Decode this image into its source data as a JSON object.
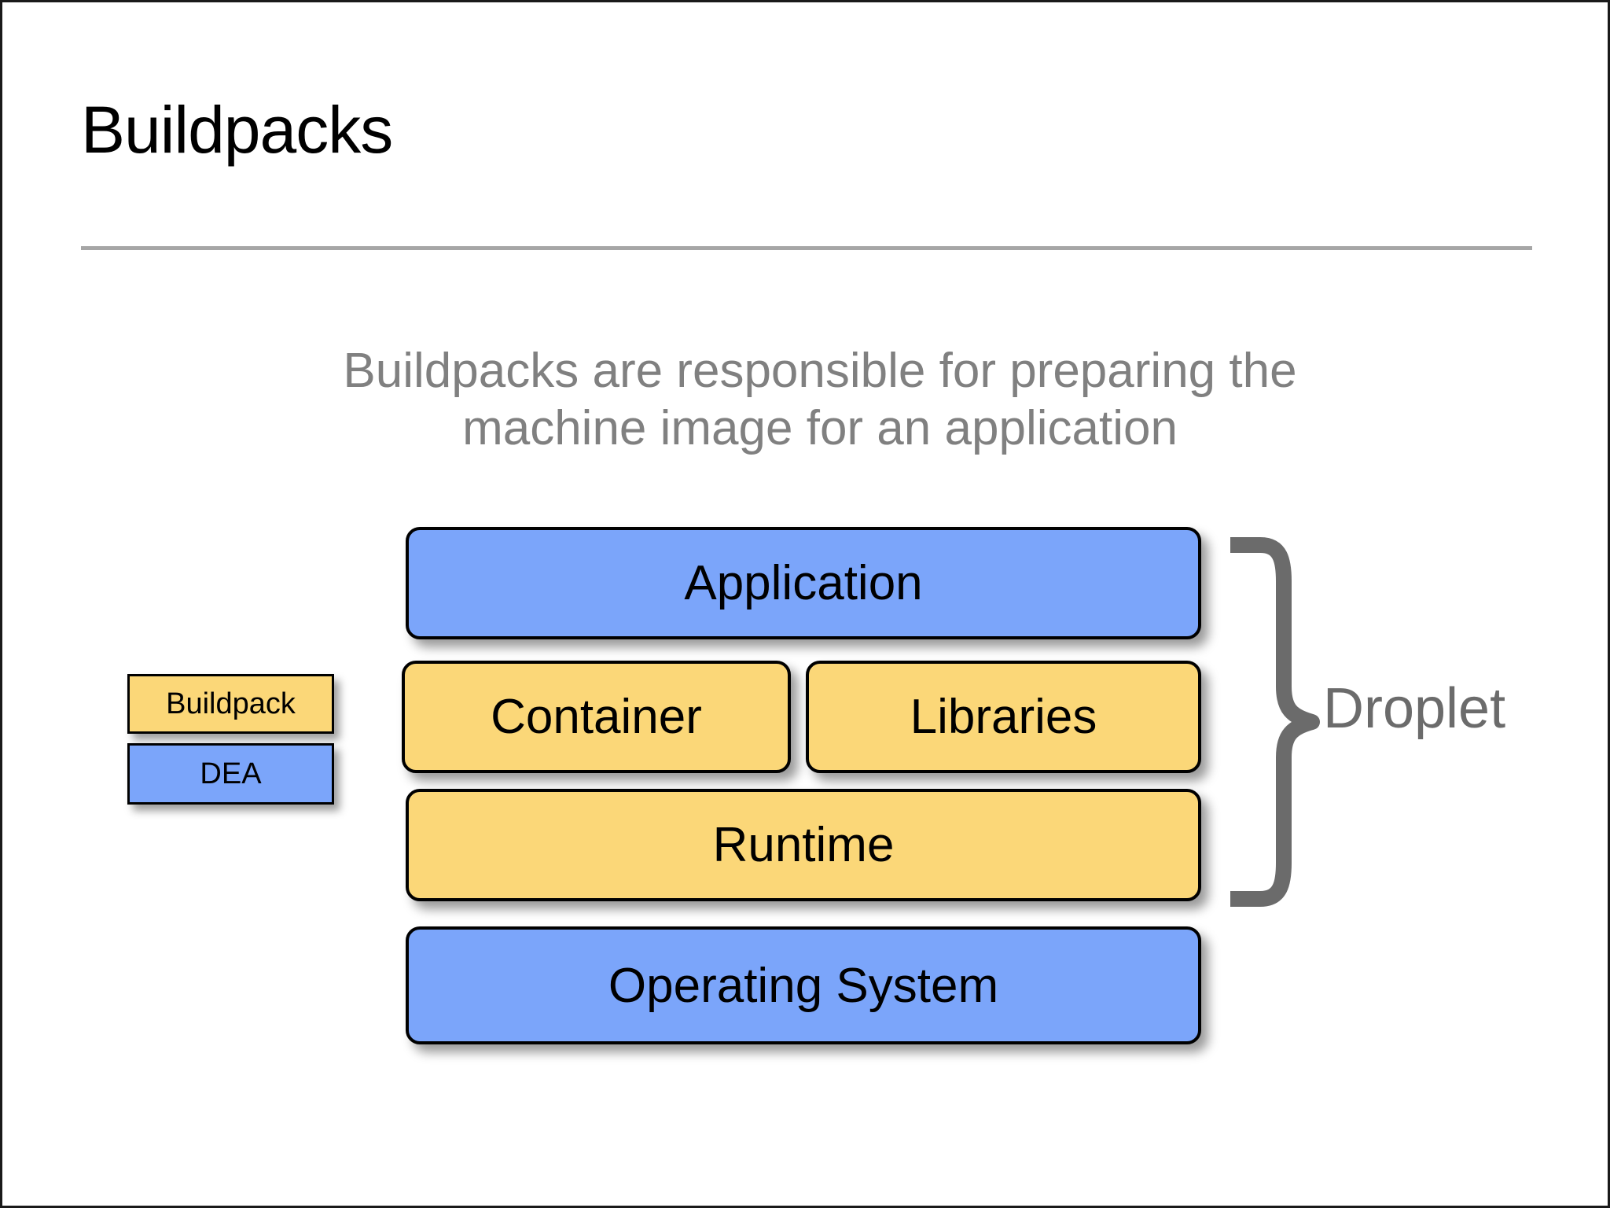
{
  "slide": {
    "title": "Buildpacks",
    "subtitle_lines": [
      "Buildpacks are responsible for preparing the",
      "machine image for an application"
    ]
  },
  "legend": {
    "items": [
      {
        "label": "Buildpack",
        "color": "#FBD778",
        "swatch": "yellow"
      },
      {
        "label": "DEA",
        "color": "#7BA5FA",
        "swatch": "blue"
      }
    ]
  },
  "stack": {
    "rows": [
      {
        "label": "Application",
        "color": "#7BA5FA",
        "kind": "blue"
      },
      {
        "label": "Container",
        "color": "#FBD778",
        "kind": "yellow"
      },
      {
        "label": "Libraries",
        "color": "#FBD778",
        "kind": "yellow"
      },
      {
        "label": "Runtime",
        "color": "#FBD778",
        "kind": "yellow"
      },
      {
        "label": "Operating System",
        "color": "#7BA5FA",
        "kind": "blue"
      }
    ]
  },
  "annotation": {
    "brace_label": "Droplet",
    "brace_color": "#6b6b6b",
    "brace_covers": [
      "Application",
      "Container",
      "Libraries",
      "Runtime"
    ]
  },
  "colors": {
    "blue": "#7BA5FA",
    "yellow": "#FBD778",
    "subtitle_gray": "#808080",
    "rule_gray": "#a6a6a6",
    "brace_gray": "#6b6b6b",
    "border_black": "#000000",
    "background": "#ffffff"
  }
}
